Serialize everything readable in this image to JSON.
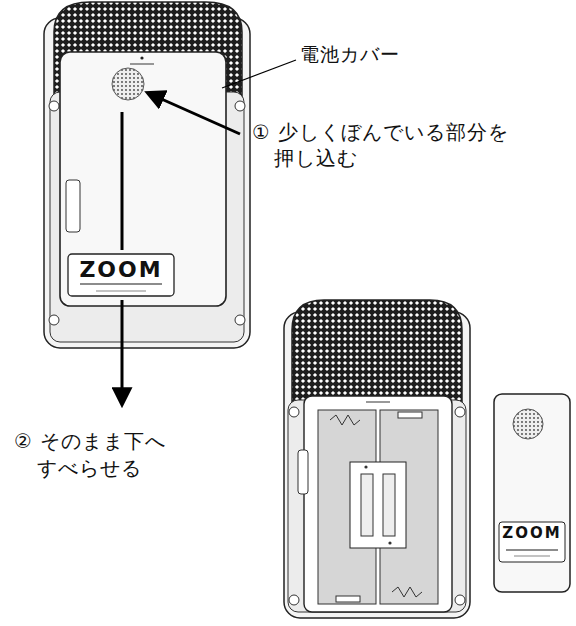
{
  "diagram": {
    "labels": [
      "電池カバー",
      "① 少しくぼんでいる部分を 押し込む",
      "② そのまま下へ すべらせる",
      "ZOOM",
      "ZOOM"
    ]
  }
}
